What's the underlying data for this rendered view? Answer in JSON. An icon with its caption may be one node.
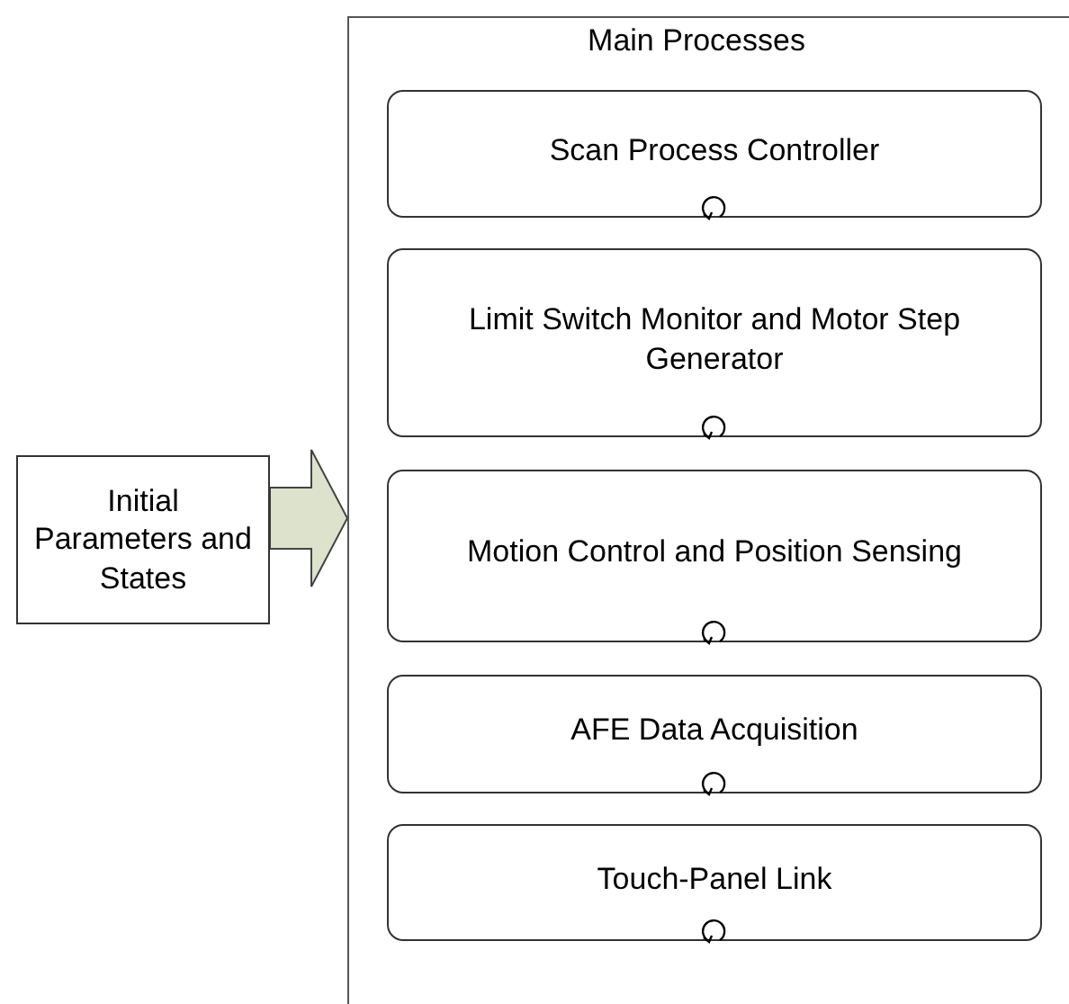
{
  "diagram": {
    "nodes": [
      {
        "text": [
          "Main Processes"
        ]
      },
      {
        "text": [
          "Scan Process Controller"
        ],
        "in": 0
      },
      {
        "text": [
          "Limit Switch Monitor and Motor Step Generator"
        ],
        "in": 0
      },
      {
        "text": [
          "Motion Control and Position Sensing"
        ],
        "in": 0
      },
      {
        "text": [
          "AFE Data Acquisition"
        ],
        "in": 0
      },
      {
        "text": [
          "Touch-Panel Link"
        ],
        "in": 0
      },
      {
        "text": [
          "Initial Parameters and States"
        ]
      }
    ],
    "edges": [
      {
        "from": 6,
        "to": 0,
        "arrow": "to"
      }
    ]
  }
}
